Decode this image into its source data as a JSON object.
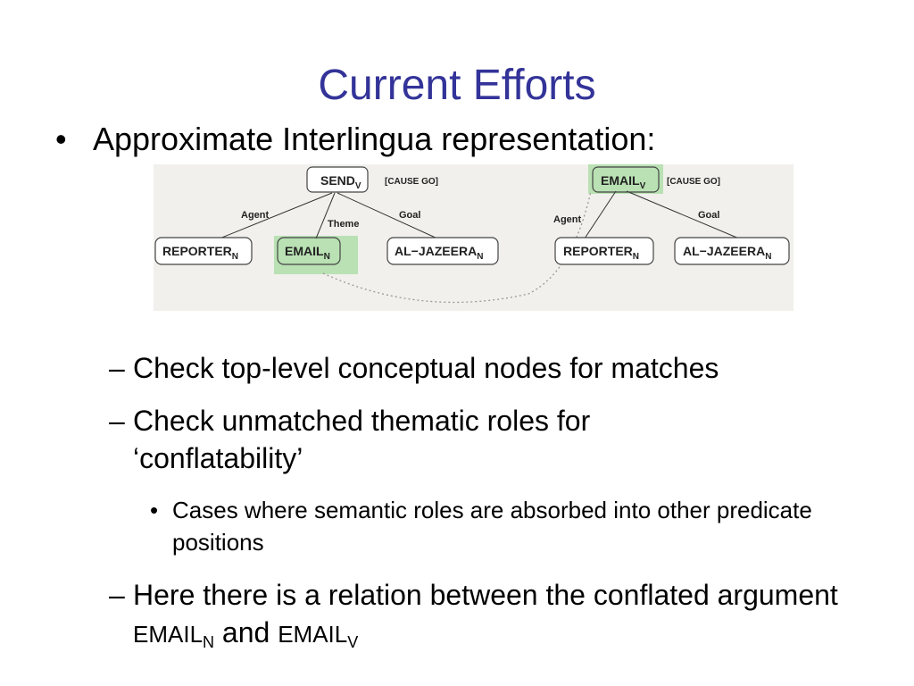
{
  "slide": {
    "title": "Current Efforts",
    "bullet_symbol": "•",
    "dash_symbol": "–",
    "bullet": "Approximate Interlingua representation:",
    "sub_bullets": [
      "Check top-level conceptual nodes for matches",
      "Check unmatched thematic roles for ‘conflatability’"
    ],
    "sub_sub_bullet": "Cases where semantic roles are absorbed into other predicate positions",
    "last_bullet": {
      "prefix": "Here there is a relation between the conflated argument ",
      "term1": "EMAIL",
      "term1_sub": "N",
      "mid": " and ",
      "term2": "EMAIL",
      "term2_sub": "V"
    }
  },
  "diagram": {
    "left_tree": {
      "root": {
        "label": "SEND",
        "sub": "V"
      },
      "root_annotation": "[CAUSE GO]",
      "edges": [
        "Agent",
        "Theme",
        "Goal"
      ],
      "children": [
        {
          "label": "REPORTER",
          "sub": "N"
        },
        {
          "label": "EMAIL",
          "sub": "N"
        },
        {
          "label": "AL−JAZEERA",
          "sub": "N"
        }
      ]
    },
    "right_tree": {
      "root": {
        "label": "EMAIL",
        "sub": "V"
      },
      "root_annotation": "[CAUSE GO]",
      "edges": [
        "Agent",
        "Goal"
      ],
      "children": [
        {
          "label": "REPORTER",
          "sub": "N"
        },
        {
          "label": "AL−JAZEERA",
          "sub": "N"
        }
      ]
    },
    "colors": {
      "highlight": "#b9e1b3",
      "title": "#333399",
      "diagram_bg": "#f1f0ec"
    }
  }
}
